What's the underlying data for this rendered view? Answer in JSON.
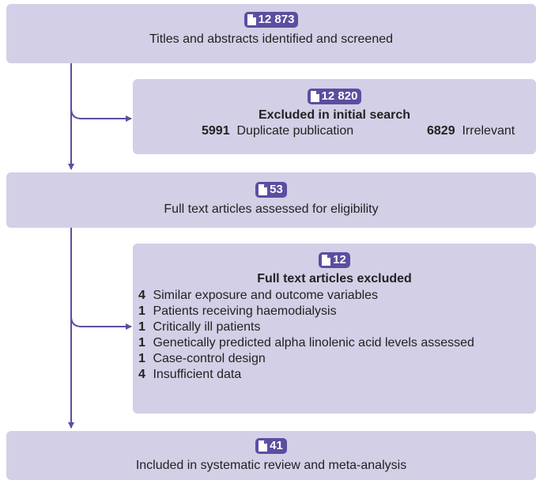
{
  "boxes": {
    "identified": {
      "count": "12 873",
      "text": "Titles and abstracts identified and screened"
    },
    "excluded_initial": {
      "count": "12 820",
      "heading": "Excluded in initial search",
      "items": [
        {
          "n": "5991",
          "label": "Duplicate publication"
        },
        {
          "n": "6829",
          "label": "Irrelevant"
        }
      ]
    },
    "assessed": {
      "count": "53",
      "text": "Full text articles assessed for eligibility"
    },
    "excluded_fulltext": {
      "count": "12",
      "heading": "Full text articles excluded",
      "items": [
        {
          "n": "4",
          "label": "Similar exposure and outcome variables"
        },
        {
          "n": "1",
          "label": "Patients receiving haemodialysis"
        },
        {
          "n": "1",
          "label": "Critically ill patients"
        },
        {
          "n": "1",
          "label": "Genetically predicted alpha linolenic acid levels assessed"
        },
        {
          "n": "1",
          "label": "Case-control design"
        },
        {
          "n": "4",
          "label": "Insufficient data"
        }
      ]
    },
    "included": {
      "count": "41",
      "text": "Included in systematic review and meta-analysis"
    }
  },
  "colors": {
    "box": "#d3cfe6",
    "badge": "#5a4ea0",
    "line": "#5a4ea0"
  },
  "icons": {
    "badge": "document-icon"
  }
}
